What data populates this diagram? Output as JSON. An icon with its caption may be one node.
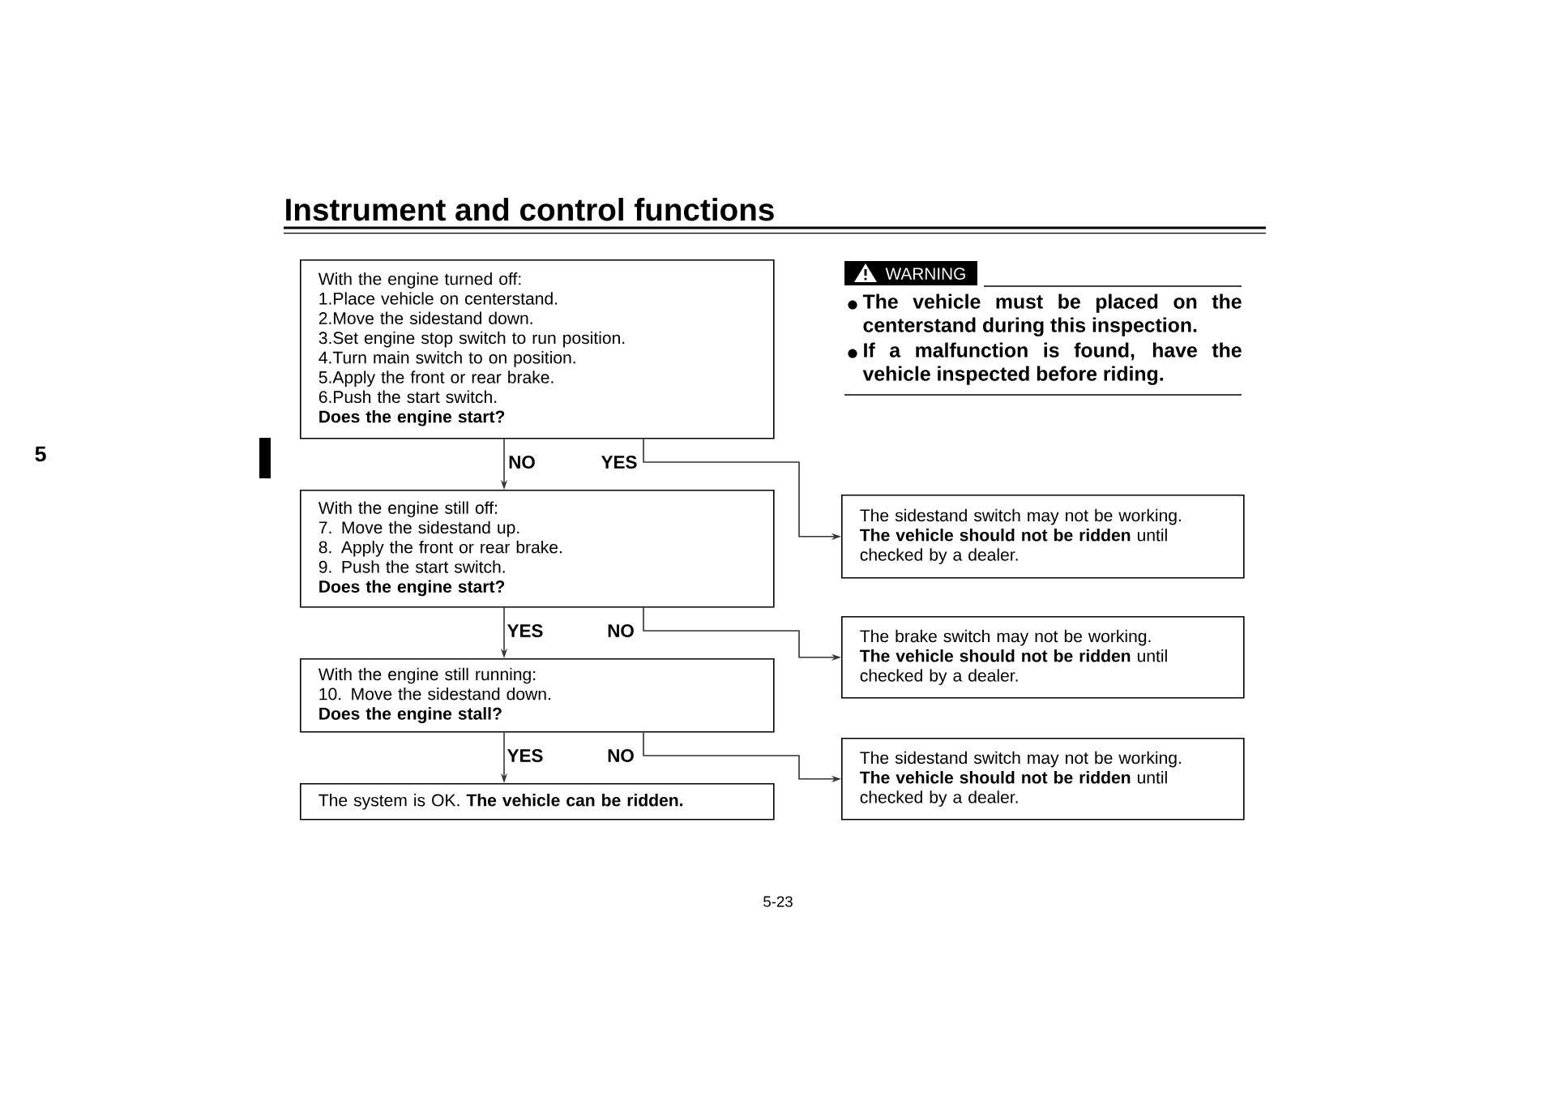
{
  "diagram": {
    "title": "Instrument and control functions",
    "nodes": [
      {
        "text": [
          "With the engine turned off:",
          "1.Place vehicle on centerstand.",
          "2.Move the sidestand down.",
          "3.Set engine stop switch to run position.",
          "4.Turn main switch to on position.",
          "5.Apply the front or rear brake.",
          "6.Push the start switch.",
          "Does the engine start?"
        ]
      },
      {
        "text": [
          "With the engine still off:",
          "7. Move the sidestand up.",
          "8. Apply the front or rear brake.",
          "9. Push the start switch.",
          "Does the engine start?"
        ]
      },
      {
        "text": [
          "With the engine still running:",
          "10. Move the sidestand down.",
          "Does the engine stall?"
        ]
      },
      {
        "text": [
          "The system is OK. **The vehicle can be ridden.**"
        ]
      },
      {
        "text": [
          "The sidestand switch may not be working.",
          "**The vehicle should not be ridden** until checked by a dealer."
        ]
      },
      {
        "text": [
          "The brake switch may not be working.",
          "**The vehicle should not be ridden** until checked by a dealer."
        ]
      },
      {
        "text": [
          "The sidestand switch may not be working.",
          "**The vehicle should not be ridden** until checked by a dealer."
        ]
      }
    ],
    "edges": [
      {
        "from": 0,
        "to": 1,
        "arrow": "to",
        "label": "NO"
      },
      {
        "from": 0,
        "to": 4,
        "arrow": "to",
        "label": "YES"
      },
      {
        "from": 1,
        "to": 2,
        "arrow": "to",
        "label": "YES"
      },
      {
        "from": 1,
        "to": 5,
        "arrow": "to",
        "label": "NO"
      },
      {
        "from": 2,
        "to": 3,
        "arrow": "to",
        "label": "YES"
      },
      {
        "from": 2,
        "to": 6,
        "arrow": "to",
        "label": "NO"
      }
    ],
    "labels": [
      "WARNING",
      "The vehicle must be placed on the centerstand during this inspection.",
      "If a malfunction is found, have the vehicle inspected before riding.",
      "5",
      "5-23"
    ]
  }
}
